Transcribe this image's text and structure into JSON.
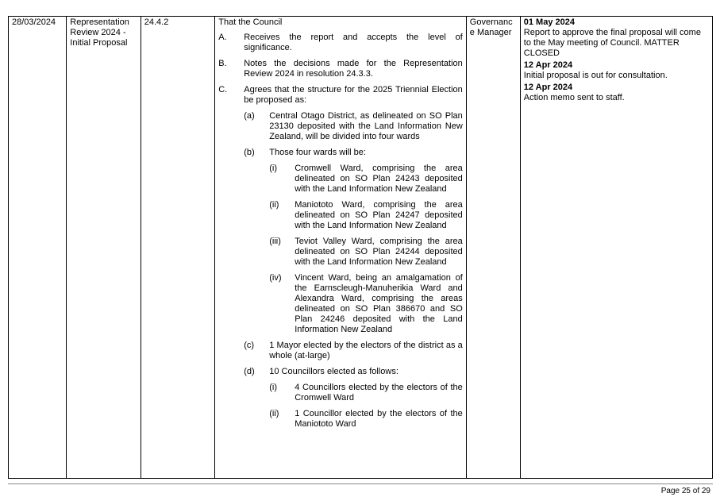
{
  "row": {
    "date": "28/03/2024",
    "item": "Representation Review 2024 - Initial Proposal",
    "resolution_number": "24.4.2",
    "resolution": {
      "heading": "That the Council",
      "paragraphs": [
        {
          "marker": "A.",
          "text": "Receives the report and accepts the level of significance.",
          "level": 1
        },
        {
          "marker": "B.",
          "text": "Notes the decisions made for the Representation Review 2024 in resolution 24.3.3.",
          "level": 1
        },
        {
          "marker": "C.",
          "text": "Agrees that the structure for the 2025 Triennial Election be proposed as:",
          "level": 1
        },
        {
          "marker": "(a)",
          "text": "Central Otago District, as delineated on SO Plan 23130 deposited with the Land Information New Zealand, will be divided into four wards",
          "level": 2
        },
        {
          "marker": "(b)",
          "text": "Those four wards will be:",
          "level": 2
        },
        {
          "marker": "(i)",
          "text": "Cromwell Ward, comprising the area delineated on SO Plan 24243 deposited with the Land Information New Zealand",
          "level": 3
        },
        {
          "marker": "(ii)",
          "text": "Maniototo Ward, comprising the area delineated on SO Plan 24247 deposited with the Land Information New Zealand",
          "level": 3
        },
        {
          "marker": "(iii)",
          "text": "Teviot Valley Ward, comprising the area delineated on SO Plan 24244 deposited with the Land Information New Zealand",
          "level": 3
        },
        {
          "marker": "(iv)",
          "text": "Vincent Ward, being an amalgamation of the Earnscleugh-Manuherikia Ward and Alexandra Ward, comprising the areas delineated on SO Plan 386670 and SO Plan 24246 deposited with the Land Information New Zealand",
          "level": 3
        },
        {
          "marker": "(c)",
          "text": "1 Mayor elected by the electors of the district as a whole (at-large)",
          "level": 2
        },
        {
          "marker": "(d)",
          "text": "10 Councillors elected as follows:",
          "level": 2
        },
        {
          "marker": "(i)",
          "text": "4 Councillors elected by the electors of the Cromwell Ward",
          "level": 3
        },
        {
          "marker": "(ii)",
          "text": "1 Councillor elected by the electors of the Maniototo Ward",
          "level": 3
        }
      ]
    },
    "officer": "Governance Manager",
    "updates": [
      {
        "date": "01 May 2024",
        "note": "Report to approve the final proposal will come to the May meeting of Council. MATTER CLOSED"
      },
      {
        "date": "12 Apr 2024",
        "note": "Initial proposal is out for consultation."
      },
      {
        "date": "12 Apr 2024",
        "note": "Action memo sent to staff."
      }
    ]
  },
  "footer": {
    "page": "Page 25 of 29"
  }
}
